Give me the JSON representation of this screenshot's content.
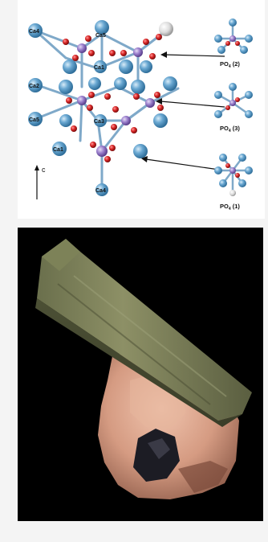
{
  "figure": {
    "ca_labels": [
      "Ca4",
      "Ca5",
      "Ca1",
      "Ca2",
      "Ca5",
      "Ca3",
      "Ca1",
      "Ca4"
    ],
    "po_groups": [
      {
        "label": "PO",
        "sub": "4",
        "suffix": "(2)"
      },
      {
        "label": "PO",
        "sub": "4",
        "suffix": "(3)"
      },
      {
        "label": "PO",
        "sub": "4",
        "suffix": "(1)"
      }
    ],
    "axis_label": "c"
  },
  "photo": {
    "subject": "mineral crystal specimen"
  },
  "colors": {
    "calcium": "#5b9cc8",
    "phosphorus": "#8d6fc0",
    "oxygen": "#cc2222",
    "bond": "#7fa9c9",
    "photo_background": "#000000"
  }
}
